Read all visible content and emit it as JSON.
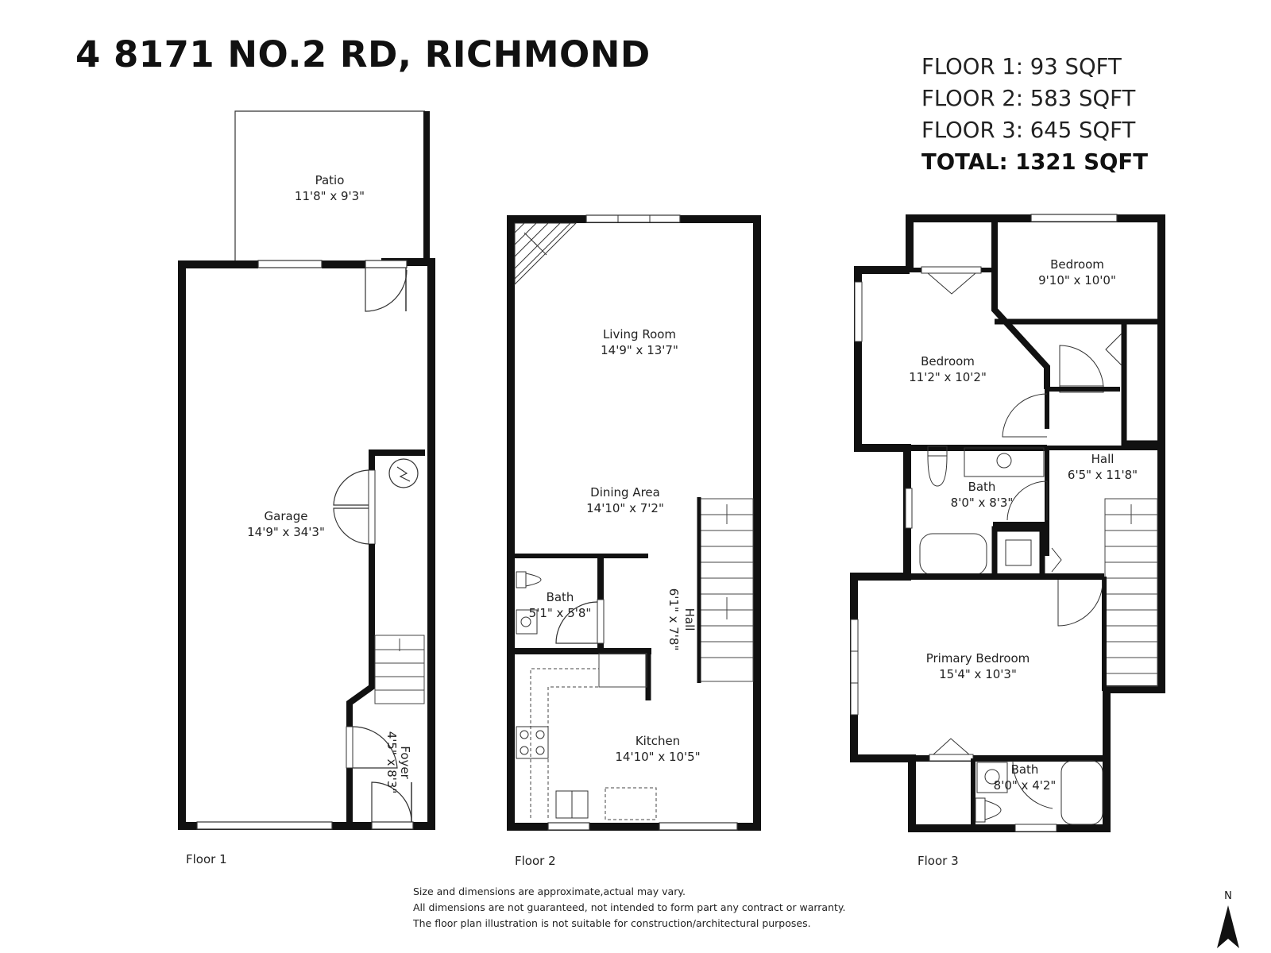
{
  "header": {
    "address": "4 8171 NO.2 RD, RICHMOND"
  },
  "area_summary": {
    "floor1": "FLOOR 1: 93 SQFT",
    "floor2": "FLOOR 2: 583 SQFT",
    "floor3": "FLOOR 3: 645 SQFT",
    "total": "TOTAL: 1321 SQFT"
  },
  "floors": [
    {
      "label": "Floor 1",
      "rooms": [
        {
          "name": "Patio",
          "dims": "11'8\" x 9'3\""
        },
        {
          "name": "Garage",
          "dims": "14'9\" x 34'3\""
        },
        {
          "name": "Foyer",
          "dims": "4'5\" x 8'3\""
        }
      ]
    },
    {
      "label": "Floor 2",
      "rooms": [
        {
          "name": "Living Room",
          "dims": "14'9\" x 13'7\""
        },
        {
          "name": "Dining Area",
          "dims": "14'10\" x 7'2\""
        },
        {
          "name": "Bath",
          "dims": "5'1\" x 5'8\""
        },
        {
          "name": "Hall",
          "dims": "6'1\" x 7'8\""
        },
        {
          "name": "Kitchen",
          "dims": "14'10\" x 10'5\""
        }
      ]
    },
    {
      "label": "Floor 3",
      "rooms": [
        {
          "name": "Bedroom",
          "dims": "9'10\" x 10'0\""
        },
        {
          "name": "Bedroom",
          "dims": "11'2\" x 10'2\""
        },
        {
          "name": "Hall",
          "dims": "6'5\" x 11'8\""
        },
        {
          "name": "Bath",
          "dims": "8'0\" x 8'3\""
        },
        {
          "name": "Primary Bedroom",
          "dims": "15'4\" x 10'3\""
        },
        {
          "name": "Bath",
          "dims": "8'0\" x 4'2\""
        }
      ]
    }
  ],
  "disclaimer": [
    "Size and dimensions are approximate,actual may vary.",
    "All dimensions are not guaranteed, not intended to form part any contract or warranty.",
    "The floor plan illustration is not suitable for construction/architectural purposes."
  ],
  "compass_label": "N"
}
